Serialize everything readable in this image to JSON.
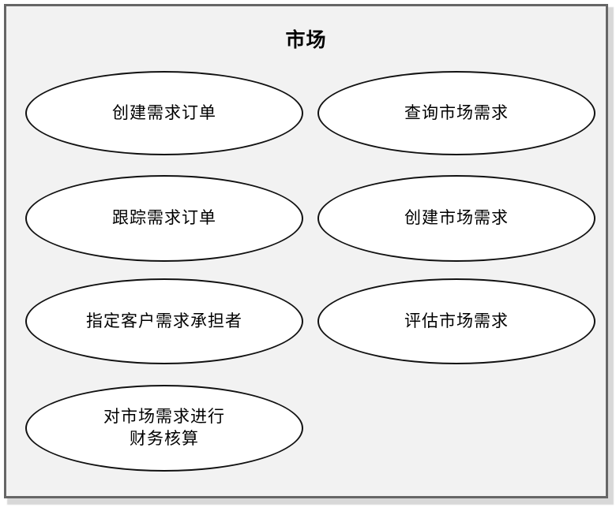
{
  "diagram": {
    "type": "uml-use-case",
    "boundary": {
      "title": "市场"
    },
    "use_cases": [
      {
        "id": "create-demand-order",
        "label": "创建需求订单",
        "column": "left",
        "row": 1
      },
      {
        "id": "query-market-demand",
        "label": "查询市场需求",
        "column": "right",
        "row": 1
      },
      {
        "id": "track-demand-order",
        "label": "跟踪需求订单",
        "column": "left",
        "row": 2
      },
      {
        "id": "create-market-demand",
        "label": "创建市场需求",
        "column": "right",
        "row": 2
      },
      {
        "id": "assign-demand-owner",
        "label": "指定客户需求承担者",
        "column": "left",
        "row": 3
      },
      {
        "id": "assess-market-demand",
        "label": "评估市场需求",
        "column": "right",
        "row": 3
      },
      {
        "id": "financial-accounting",
        "label": "对市场需求进行\n财务核算",
        "column": "left",
        "row": 4
      }
    ],
    "colors": {
      "page_background": "#ffffff",
      "boundary_fill": "#f2f2f2",
      "boundary_border": "#666666",
      "ellipse_fill": "#ffffff",
      "ellipse_border": "#111111",
      "text": "#000000"
    }
  }
}
